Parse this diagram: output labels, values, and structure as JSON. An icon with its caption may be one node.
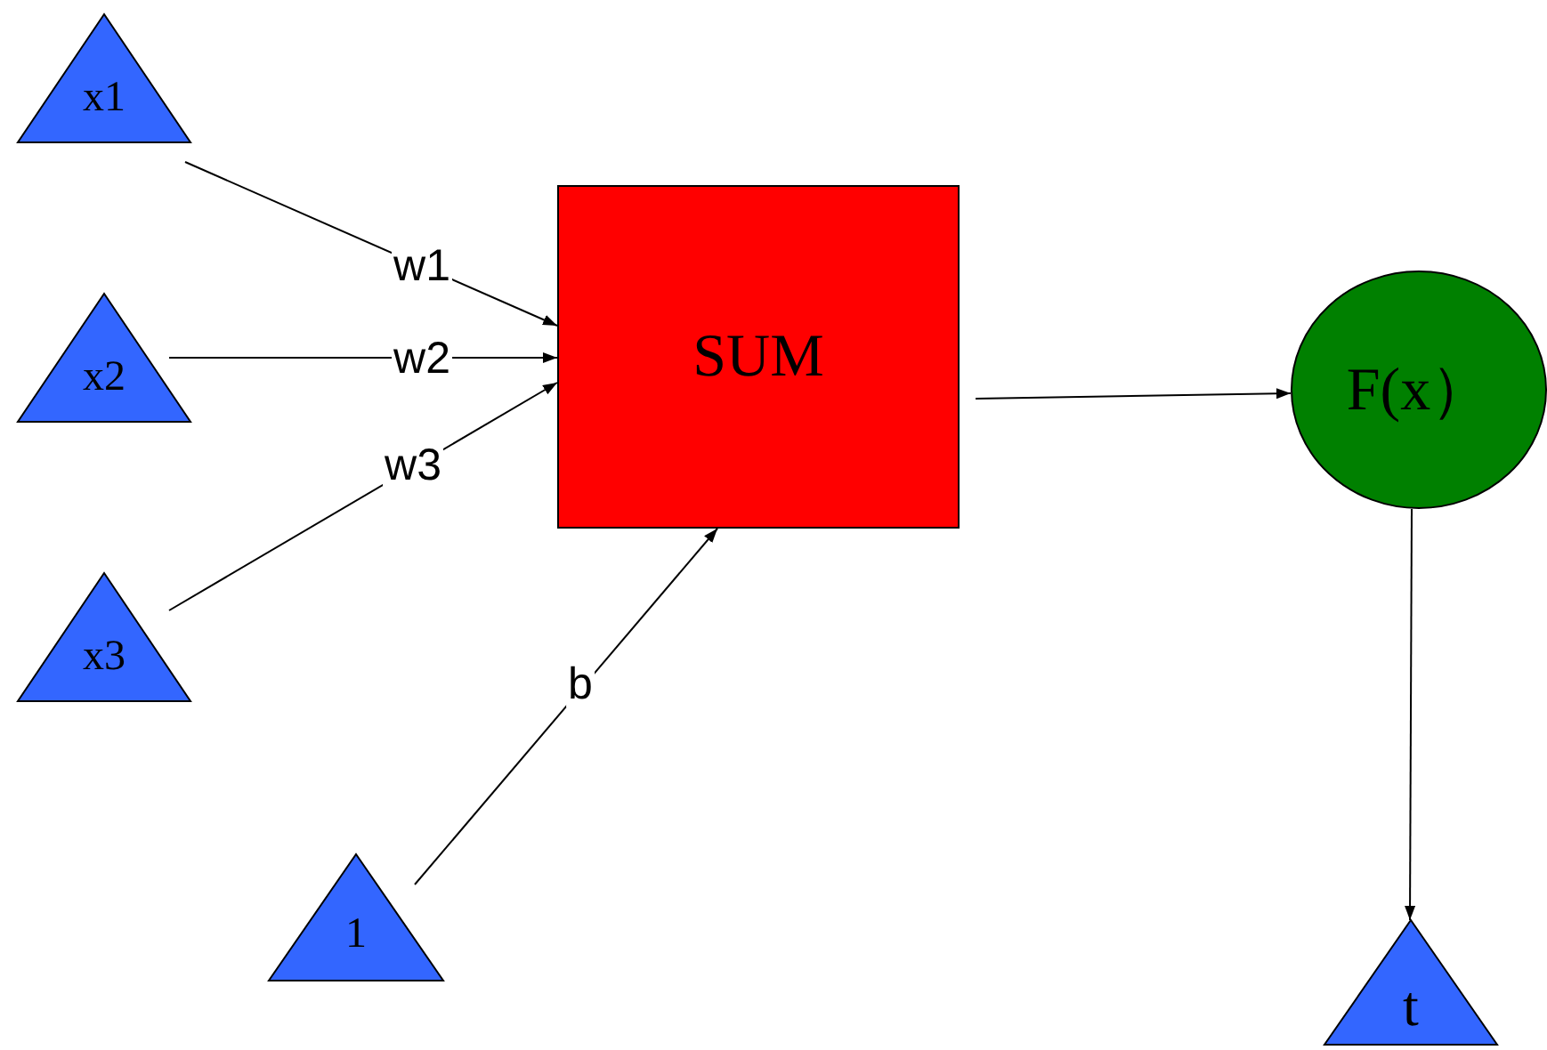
{
  "diagram": {
    "nodes": [
      {
        "text": [
          "x1"
        ]
      },
      {
        "text": [
          "x2"
        ]
      },
      {
        "text": [
          "x3"
        ]
      },
      {
        "text": [
          "1"
        ]
      },
      {
        "text": [
          "SUM"
        ]
      },
      {
        "text": [
          "F(x）"
        ]
      },
      {
        "text": [
          "t"
        ]
      }
    ],
    "edges": [
      {
        "from": 0,
        "to": 4,
        "arrow": "to",
        "label": "w1"
      },
      {
        "from": 1,
        "to": 4,
        "arrow": "to",
        "label": "w2"
      },
      {
        "from": 2,
        "to": 4,
        "arrow": "to",
        "label": "w3"
      },
      {
        "from": 3,
        "to": 4,
        "arrow": "to",
        "label": "b"
      },
      {
        "from": 4,
        "to": 5,
        "arrow": "to"
      },
      {
        "from": 5,
        "to": 6,
        "arrow": "to"
      }
    ]
  }
}
